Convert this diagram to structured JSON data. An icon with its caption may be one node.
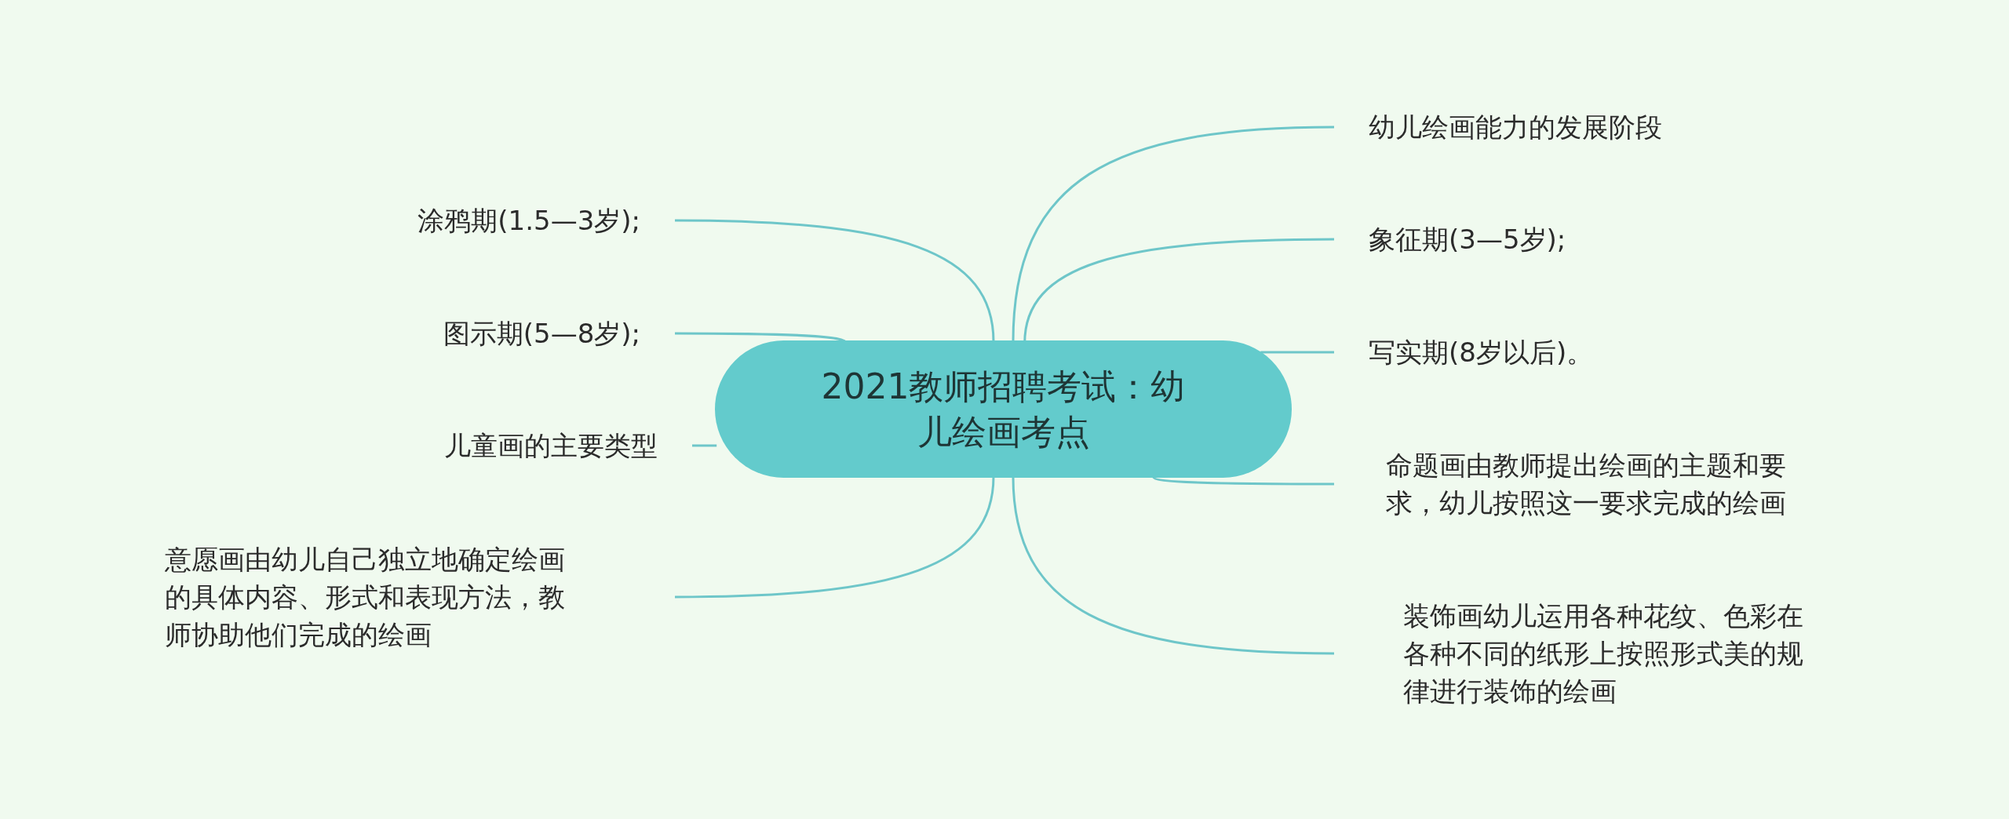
{
  "diagram": {
    "nodes": [
      {
        "text": [
          "2021教师招聘考试：幼儿绘画考点"
        ]
      },
      {
        "text": [
          "幼儿绘画能力的发展阶段"
        ]
      },
      {
        "text": [
          "涂鸦期(1.5—3岁);"
        ]
      },
      {
        "text": [
          "象征期(3—5岁);"
        ]
      },
      {
        "text": [
          "图示期(5—8岁);"
        ]
      },
      {
        "text": [
          "写实期(8岁以后)。"
        ]
      },
      {
        "text": [
          "儿童画的主要类型"
        ]
      },
      {
        "text": [
          "命题画由教师提出绘画的主题和要求，幼儿按照这一要求完成的绘画"
        ]
      },
      {
        "text": [
          "意愿画由幼儿自己独立地确定绘画的具体内容、形式和表现方法，教师协助他们完成的绘画"
        ]
      },
      {
        "text": [
          "装饰画幼儿运用各种花纹、色彩在各种不同的纸形上按照形式美的规律进行装饰的绘画"
        ]
      }
    ],
    "edges": [
      {
        "from": 0,
        "to": 1,
        "arrow": "none"
      },
      {
        "from": 0,
        "to": 2,
        "arrow": "none"
      },
      {
        "from": 0,
        "to": 3,
        "arrow": "none"
      },
      {
        "from": 0,
        "to": 4,
        "arrow": "none"
      },
      {
        "from": 0,
        "to": 5,
        "arrow": "none"
      },
      {
        "from": 0,
        "to": 6,
        "arrow": "none"
      },
      {
        "from": 0,
        "to": 7,
        "arrow": "none"
      },
      {
        "from": 0,
        "to": 8,
        "arrow": "none"
      },
      {
        "from": 0,
        "to": 9,
        "arrow": "none"
      }
    ]
  }
}
